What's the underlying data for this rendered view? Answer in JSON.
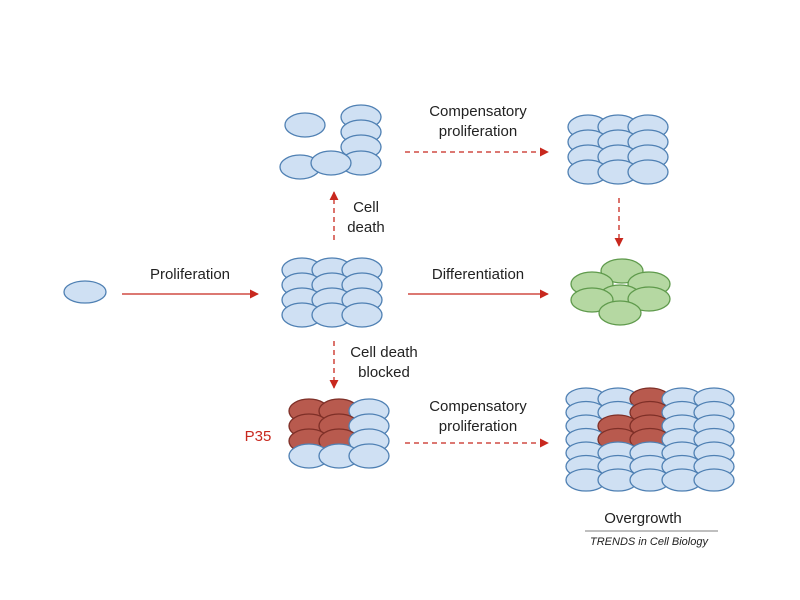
{
  "labels": {
    "proliferation": "Proliferation",
    "differentiation": "Differentiation",
    "cell_death_line1": "Cell",
    "cell_death_line2": "death",
    "cell_death_blocked_line1": "Cell death",
    "cell_death_blocked_line2": "blocked",
    "comp_top_line1": "Compensatory",
    "comp_top_line2": "proliferation",
    "comp_bottom_line1": "Compensatory",
    "comp_bottom_line2": "proliferation",
    "p35": "P35",
    "overgrowth": "Overgrowth",
    "credit": "TRENDS in Cell Biology"
  },
  "colors": {
    "cell_blue_fill": "#cfe0f3",
    "cell_blue_stroke": "#4f80b3",
    "cell_green_fill": "#b5d8a2",
    "cell_green_stroke": "#5f9a4c",
    "cell_red_fill": "#b85a4e",
    "cell_red_stroke": "#7e2f27",
    "arrow_red": "#c8281e",
    "text_red": "#c8281e"
  }
}
